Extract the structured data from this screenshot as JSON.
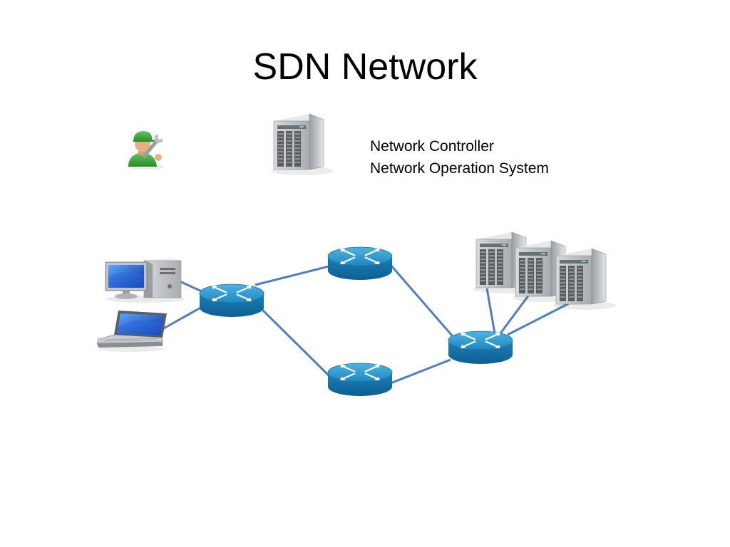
{
  "slide": {
    "title": "SDN Network"
  },
  "controller": {
    "label_line1": "Network Controller",
    "label_line2": "Network Operation System"
  },
  "colors": {
    "router_blue": "#1f8fc4",
    "link_blue": "#4f7fbf",
    "server_gray": "#b8bcc0",
    "admin_green": "#3caa3c"
  },
  "icons": {
    "admin": "network-admin-icon",
    "controller": "controller-server-icon",
    "desktop": "desktop-computer-icon",
    "laptop": "laptop-icon",
    "router": "router-icon",
    "server": "server-icon"
  }
}
